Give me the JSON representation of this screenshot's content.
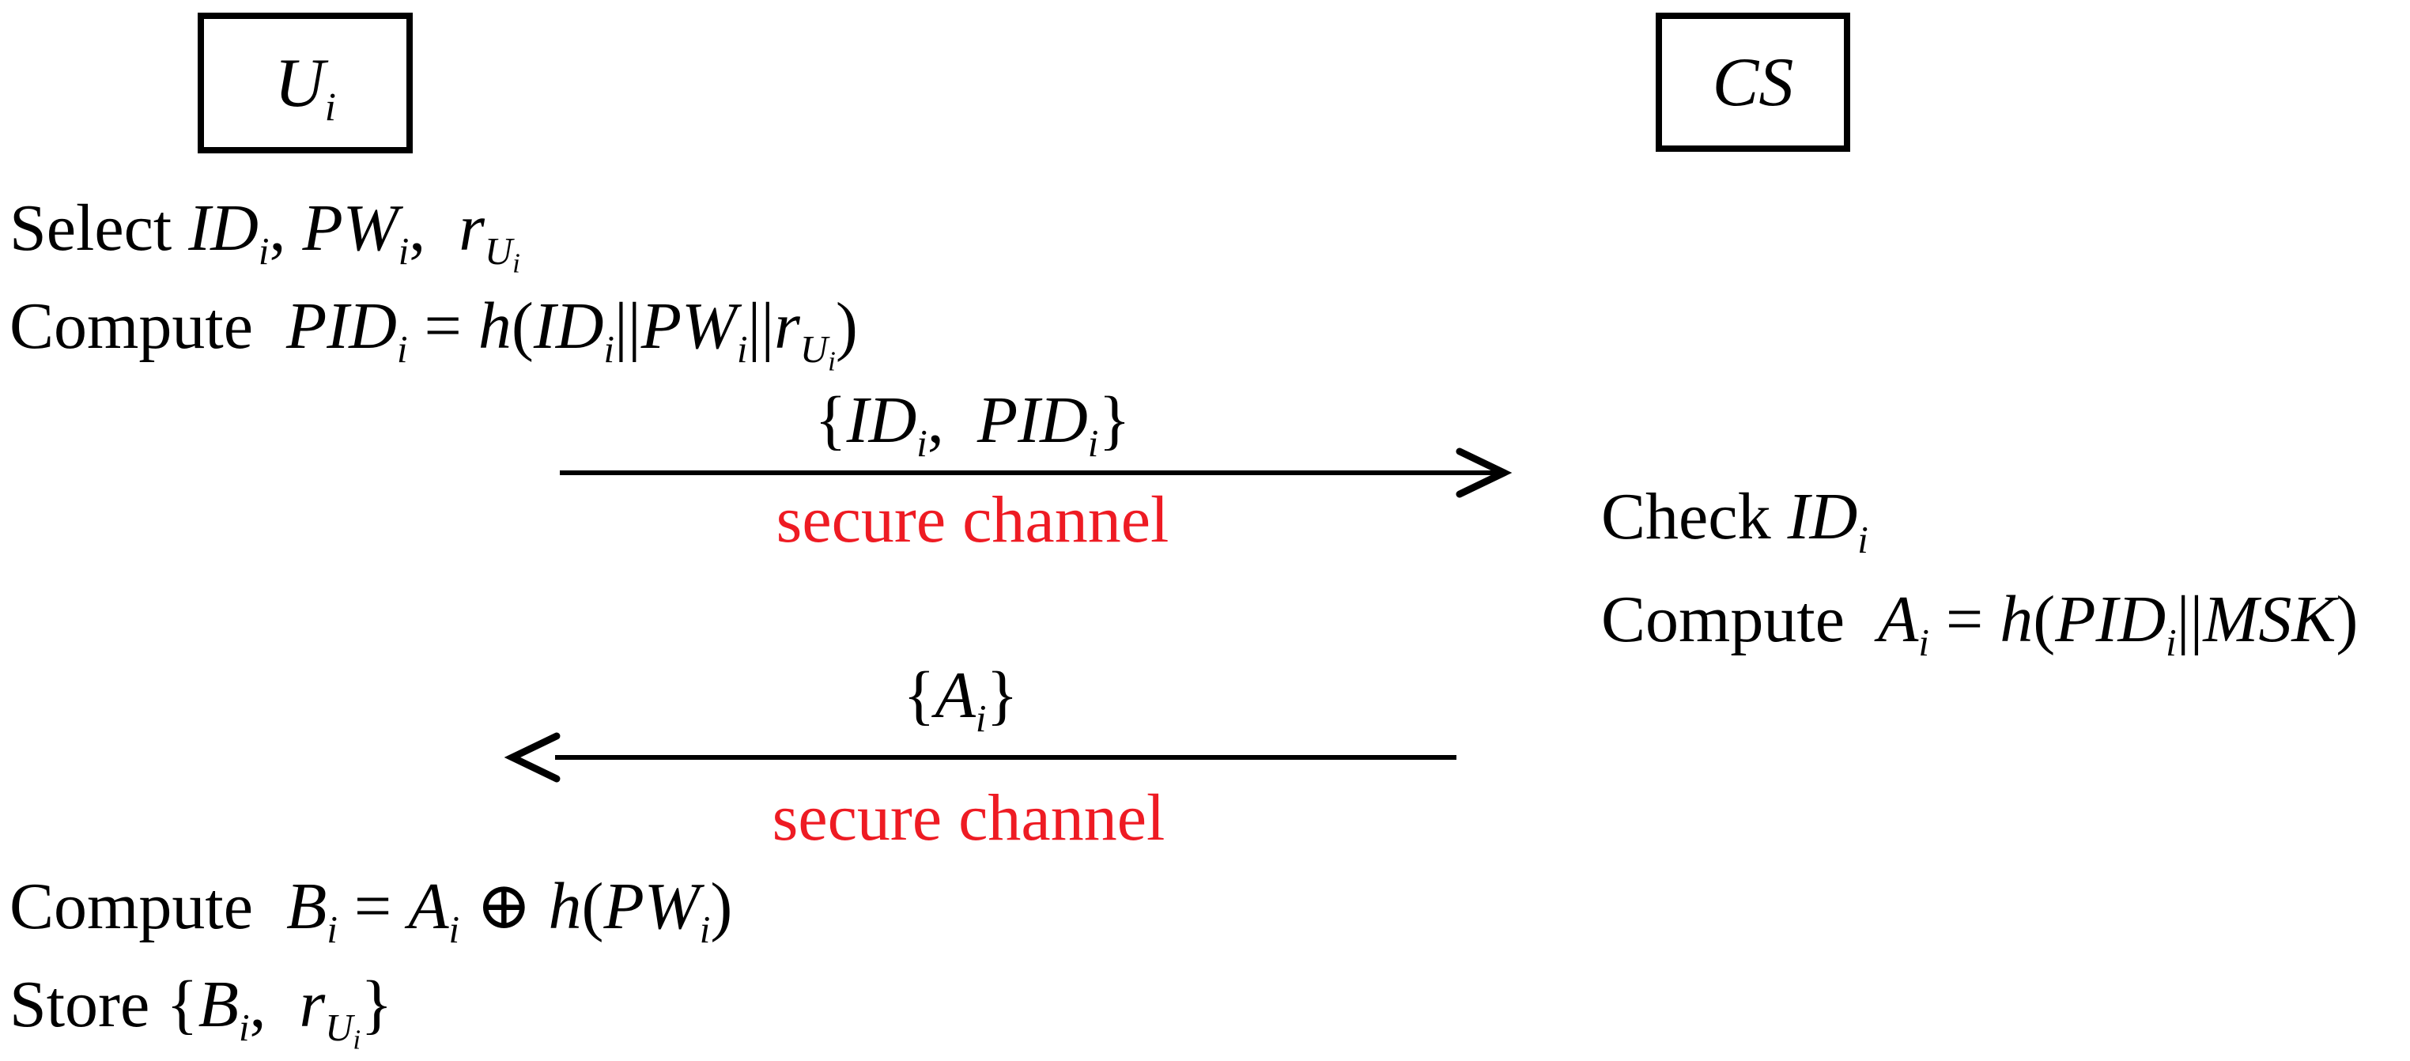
{
  "colors": {
    "text": "#000000",
    "secure_channel": "#ee1b23",
    "box_border": "#000000",
    "arrow": "#000000"
  },
  "actors": [
    {
      "id": "user",
      "label": "*U_{i}*"
    },
    {
      "id": "server",
      "label": "*CS*"
    }
  ],
  "left_steps": [
    "Select *ID_{i}*, *PW_{i}*,  *r_{U_{i}}*",
    "Compute  *PID_{i}* = *h*(*ID_{i}*||*PW_{i}*||*r_{U_{i}}*)"
  ],
  "messages": [
    {
      "label": "{*ID_{i}*,  *PID_{i}*}",
      "channel": "secure channel",
      "direction": "right"
    },
    {
      "label": "{*A_{i}*}",
      "channel": "secure channel",
      "direction": "left"
    }
  ],
  "right_steps": [
    "Check *ID_{i}*",
    "Compute  *A_{i}* = *h*(*PID_{i}*||*MSK*)"
  ],
  "bottom_steps": [
    "Compute  *B_{i}* = *A_{i}* ⊕ *h*(*PW_{i}*)",
    "Store {*B_{i}*,  *r_{U_{i}}*}"
  ]
}
